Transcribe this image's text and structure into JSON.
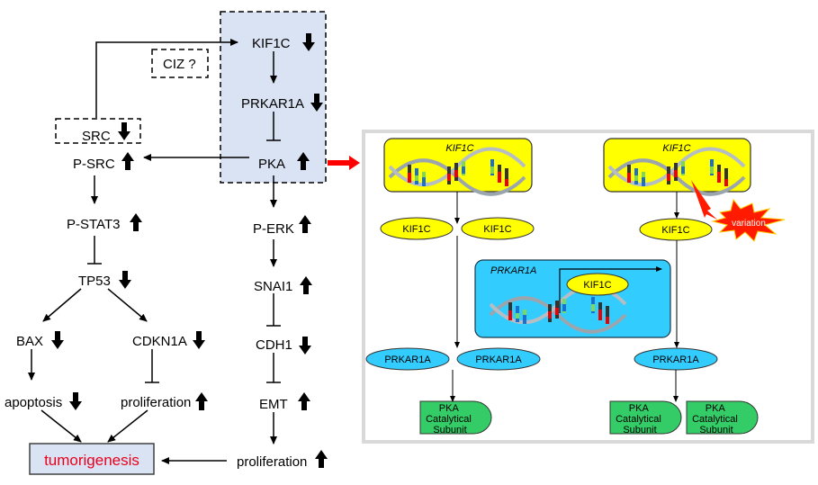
{
  "left_pathway": {
    "nodes": {
      "kif1c": {
        "label": "KIF1C",
        "change": "down"
      },
      "ciz": {
        "label": "CIZ ?"
      },
      "prkar1a": {
        "label": "PRKAR1A",
        "change": "down"
      },
      "src": {
        "label": "SRC",
        "change": "down"
      },
      "pka": {
        "label": "PKA",
        "change": "up"
      },
      "p_src": {
        "label": "P-SRC",
        "change": "up"
      },
      "p_stat3": {
        "label": "P-STAT3",
        "change": "up"
      },
      "p_erk": {
        "label": "P-ERK",
        "change": "up"
      },
      "tp53": {
        "label": "TP53",
        "change": "down"
      },
      "snai1": {
        "label": "SNAI1",
        "change": "up"
      },
      "bax": {
        "label": "BAX",
        "change": "down"
      },
      "cdkn1a": {
        "label": "CDKN1A",
        "change": "down"
      },
      "cdh1": {
        "label": "CDH1",
        "change": "down"
      },
      "apoptosis": {
        "label": "apoptosis",
        "change": "down"
      },
      "proliferation_left": {
        "label": "proliferation",
        "change": "up"
      },
      "emt": {
        "label": "EMT",
        "change": "up"
      },
      "proliferation_right": {
        "label": "proliferation",
        "change": "up"
      },
      "tumorigenesis": {
        "label": "tumorigenesis"
      }
    },
    "colors": {
      "highlight_box": "#dae3f3",
      "tumorigenesis_text": "#e8001c",
      "link_arrow": "#ff0000"
    }
  },
  "right_panel": {
    "left_column": {
      "gene_box_title": "KIF1C",
      "protein_1": "KIF1C",
      "protein_2": "KIF1C",
      "prkar1a_1": "PRKAR1A",
      "prkar1a_2": "PRKAR1A",
      "pka_subunit": [
        "PKA",
        "Catalytical",
        "Subunit"
      ]
    },
    "center_box": {
      "gene_title": "PRKAR1A",
      "bound_protein": "KIF1C"
    },
    "right_column": {
      "gene_box_title": "KIF1C",
      "variation_label": "variation",
      "protein": "KIF1C",
      "prkar1a": "PRKAR1A",
      "pka_subunit_1": [
        "PKA",
        "Catalytical",
        "Subunit"
      ],
      "pka_subunit_2": [
        "PKA",
        "Catalytical",
        "Subunit"
      ]
    },
    "colors": {
      "gene_box": "#ffff00",
      "protein_yellow": "#ffff00",
      "blue_box": "#33ccff",
      "prkar1a_ellipse": "#33ccff",
      "pka_green": "#33cc66",
      "variation_star": "#ff1a00"
    }
  }
}
